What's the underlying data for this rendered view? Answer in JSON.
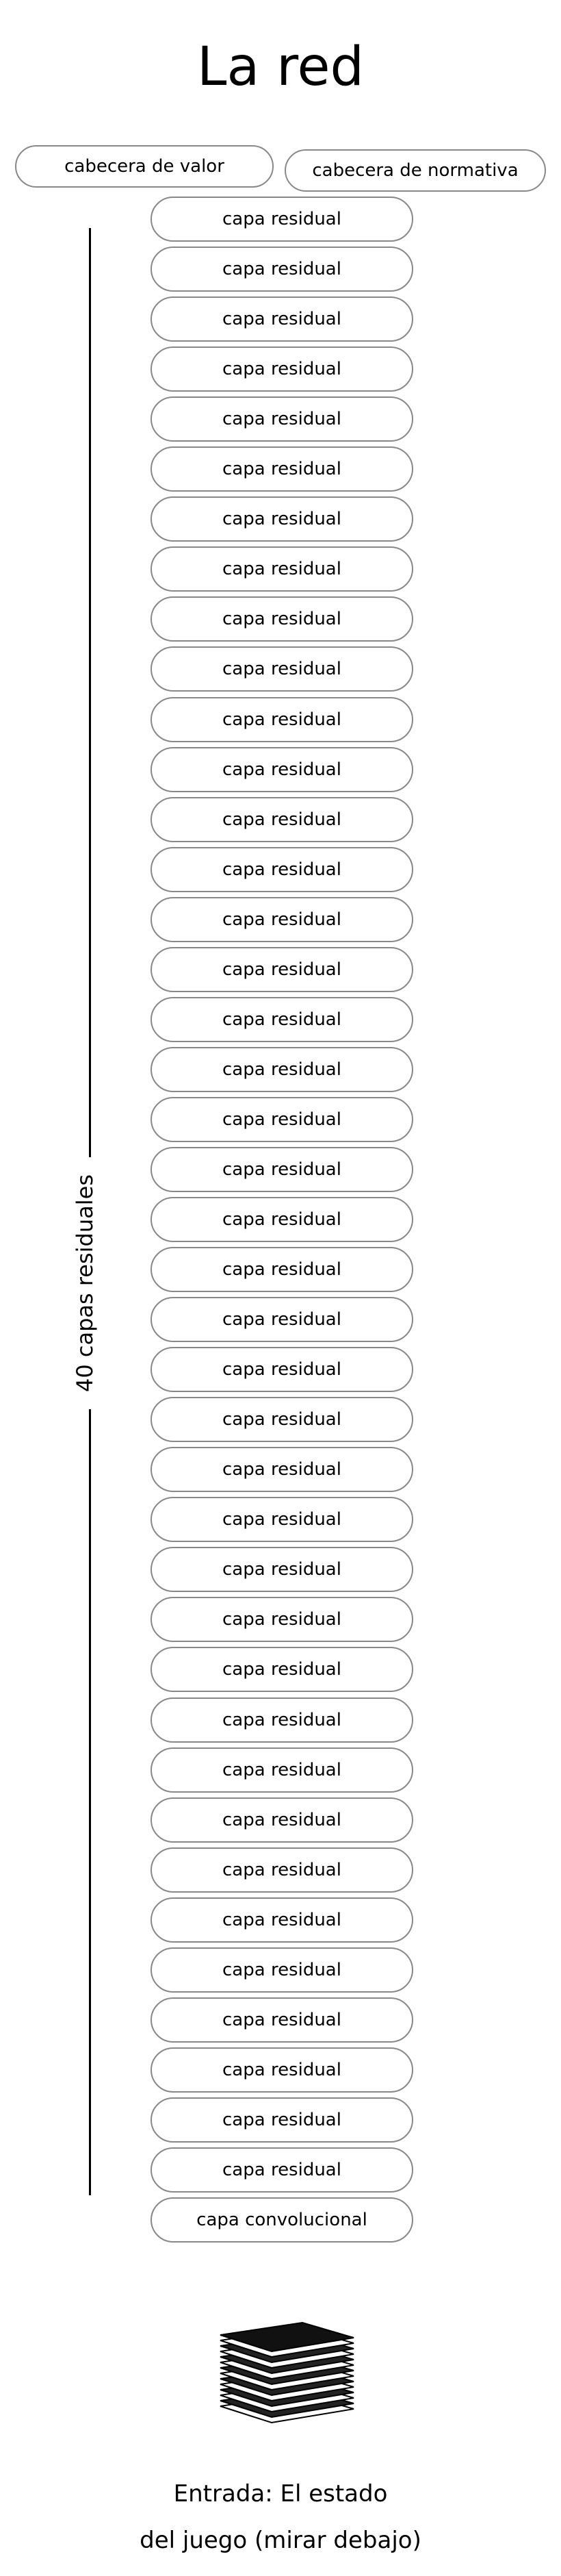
{
  "title": "La red",
  "heads": {
    "value": "cabecera de valor",
    "policy": "cabecera de normativa"
  },
  "residual_layer_label": "capa residual",
  "residual_layer_count": 40,
  "conv_layer_label": "capa convolucional",
  "bracket_label": "40 capas residuales",
  "input_caption": {
    "line1": "Entrada: El estado",
    "line2": "del juego (mirar debajo)"
  },
  "icon": "stack-of-board-planes-icon"
}
